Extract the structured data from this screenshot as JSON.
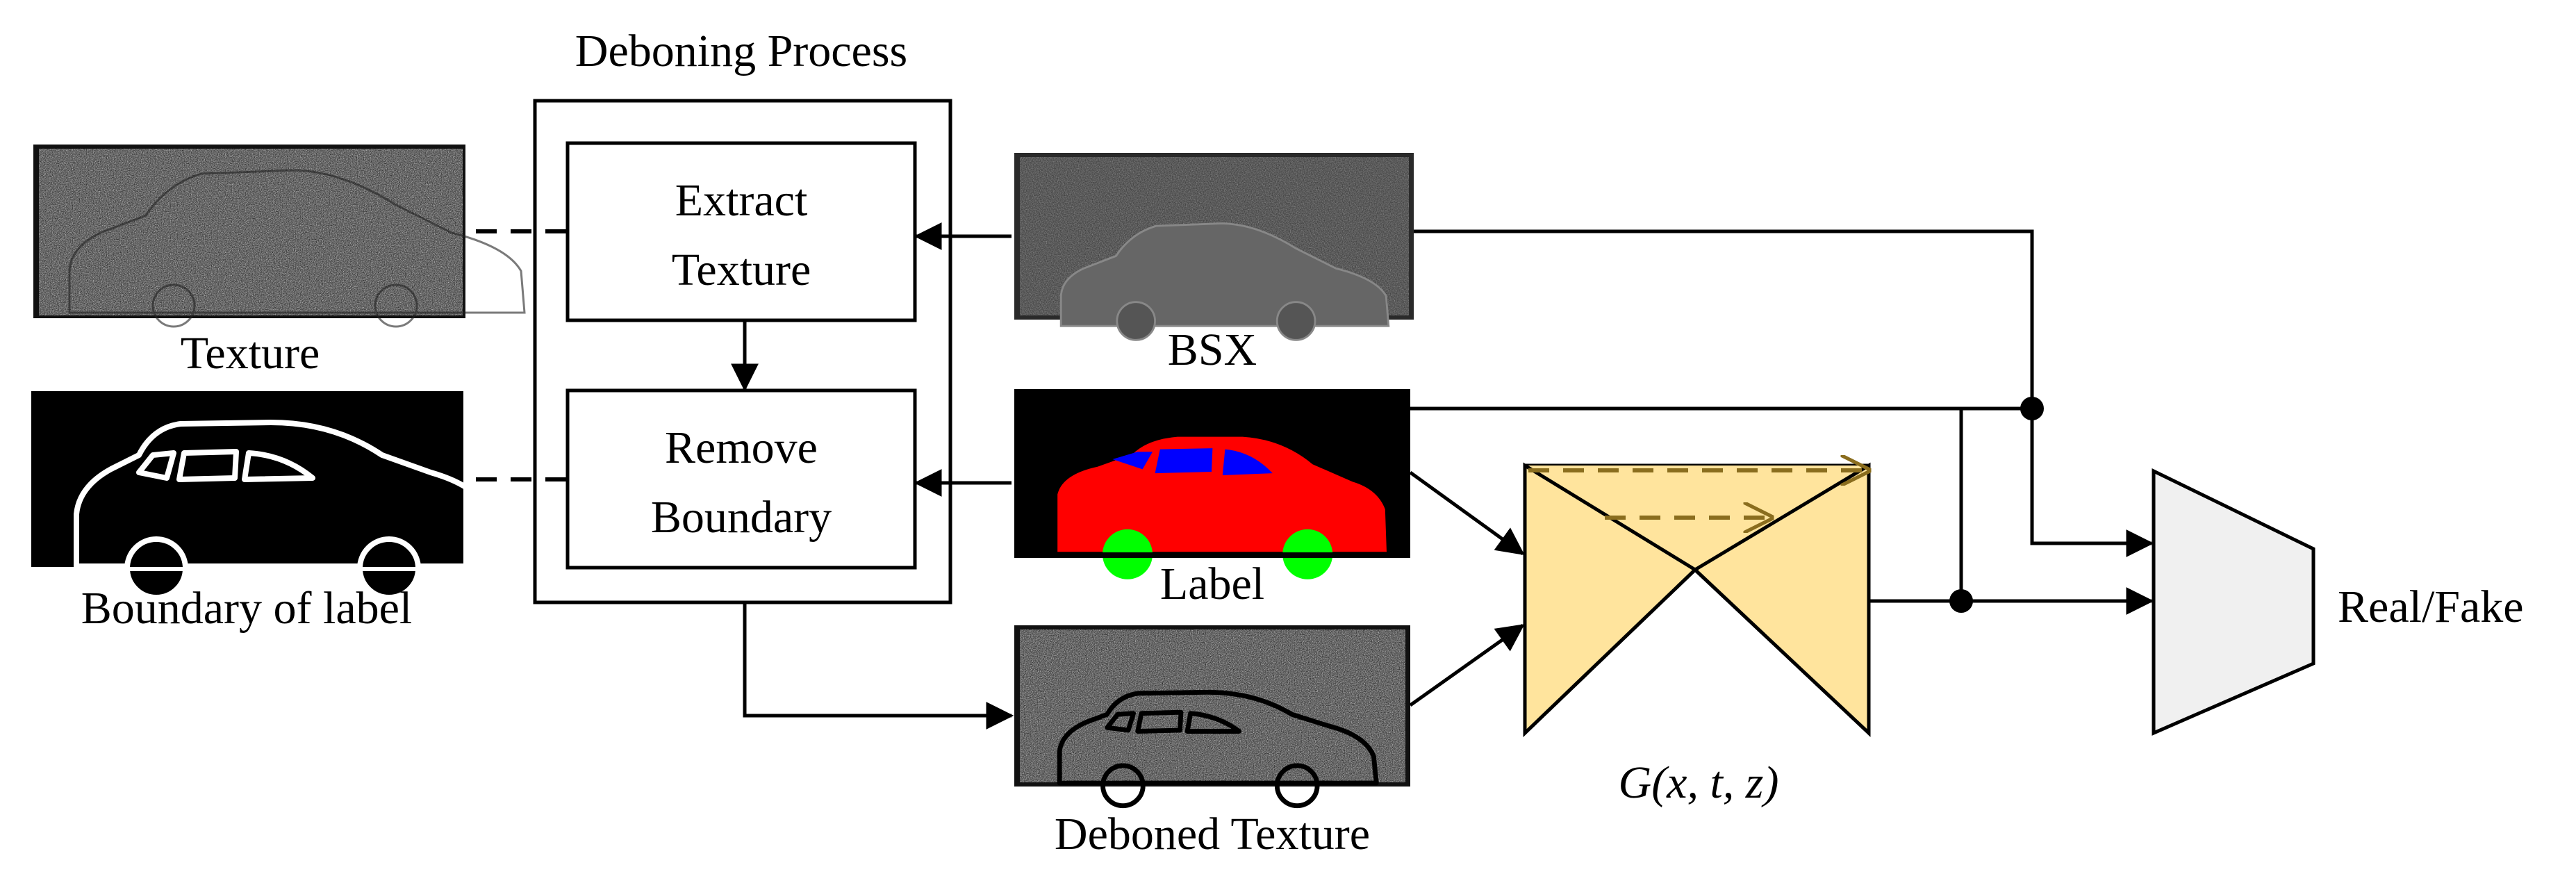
{
  "debone": {
    "title": "Deboning Process",
    "extract_label": "Extract Texture",
    "remove_label": "Remove Boundary"
  },
  "images": {
    "texture": "Texture",
    "boundary": "Boundary of label",
    "bsx": "BSX",
    "label": "Label",
    "deboned": "Deboned Texture"
  },
  "generator": {
    "label": "G(x,  t,  z)"
  },
  "discriminator": {
    "label": "Real/Fake"
  },
  "colors": {
    "generator_fill": "#ffe49d",
    "discriminator_fill": "#f0f0f0",
    "label_car": "#ff0000",
    "label_windows": "#0000ff",
    "label_wheels": "#00ff00",
    "skip_arrows": "#8a6d1e"
  }
}
